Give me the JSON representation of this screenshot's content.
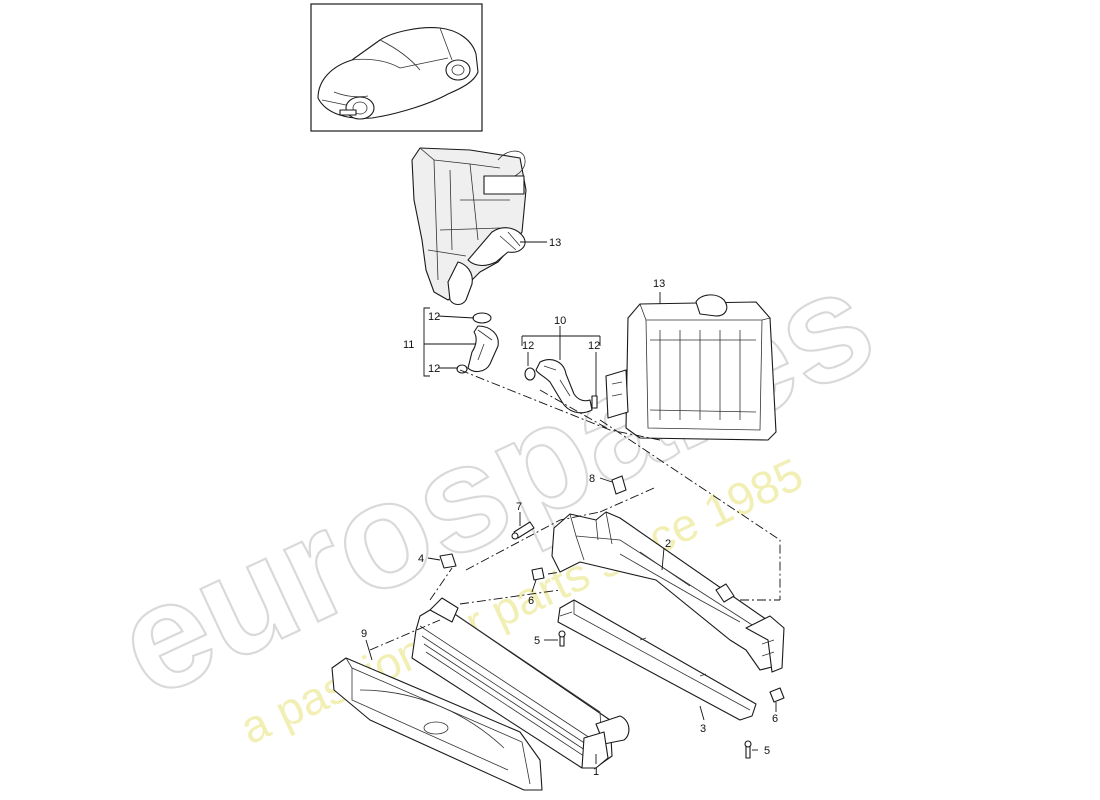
{
  "watermark": {
    "brand": "eurospares",
    "tagline": "a passion for parts since 1985",
    "brand_color": "#d9d9d9",
    "tagline_color": "#eeea9c"
  },
  "thumbnail": {
    "subject": "car-thumbnail",
    "icon": "car-icon"
  },
  "callouts": [
    {
      "id": "13a",
      "label": "13"
    },
    {
      "id": "13b",
      "label": "13"
    },
    {
      "id": "12a",
      "label": "12"
    },
    {
      "id": "11",
      "label": "11"
    },
    {
      "id": "12b",
      "label": "12"
    },
    {
      "id": "10",
      "label": "10"
    },
    {
      "id": "12c",
      "label": "12"
    },
    {
      "id": "12d",
      "label": "12"
    },
    {
      "id": "8",
      "label": "8"
    },
    {
      "id": "7",
      "label": "7"
    },
    {
      "id": "4",
      "label": "4"
    },
    {
      "id": "2",
      "label": "2"
    },
    {
      "id": "6a",
      "label": "6"
    },
    {
      "id": "9",
      "label": "9"
    },
    {
      "id": "5a",
      "label": "5"
    },
    {
      "id": "3",
      "label": "3"
    },
    {
      "id": "6b",
      "label": "6"
    },
    {
      "id": "5b",
      "label": "5"
    },
    {
      "id": "1",
      "label": "1"
    }
  ]
}
